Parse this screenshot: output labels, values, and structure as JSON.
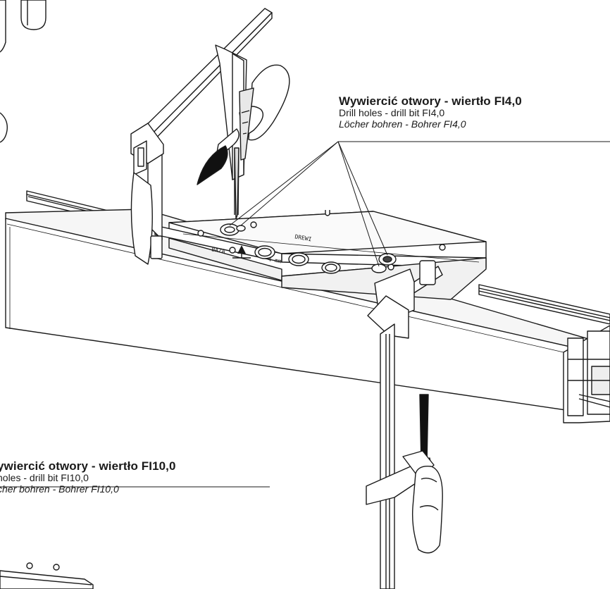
{
  "callouts": {
    "top": {
      "polish": "Wywiercić otwory - wiertło FI4,0",
      "english": "Drill holes - drill bit FI4,0",
      "german": "Löcher bohren - Bohrer FI4,0"
    },
    "bottom": {
      "polish": "ywiercić otwory - wiertło FI10,0",
      "english": " holes - drill bit FI10,0",
      "german": "cher bohren - Bohrer FI10,0"
    }
  },
  "template_marks": {
    "base_text": "BAZA",
    "mm_text": "4 mm",
    "brand_text": "DREWI"
  },
  "colors": {
    "line": "#1a1a1a",
    "fill": "#ffffff",
    "shade": "#eeeeee",
    "dark": "#222222"
  },
  "icons": [
    "drill-icon",
    "clamp-icon",
    "drill-guide-template-icon",
    "window-profile-icon"
  ]
}
